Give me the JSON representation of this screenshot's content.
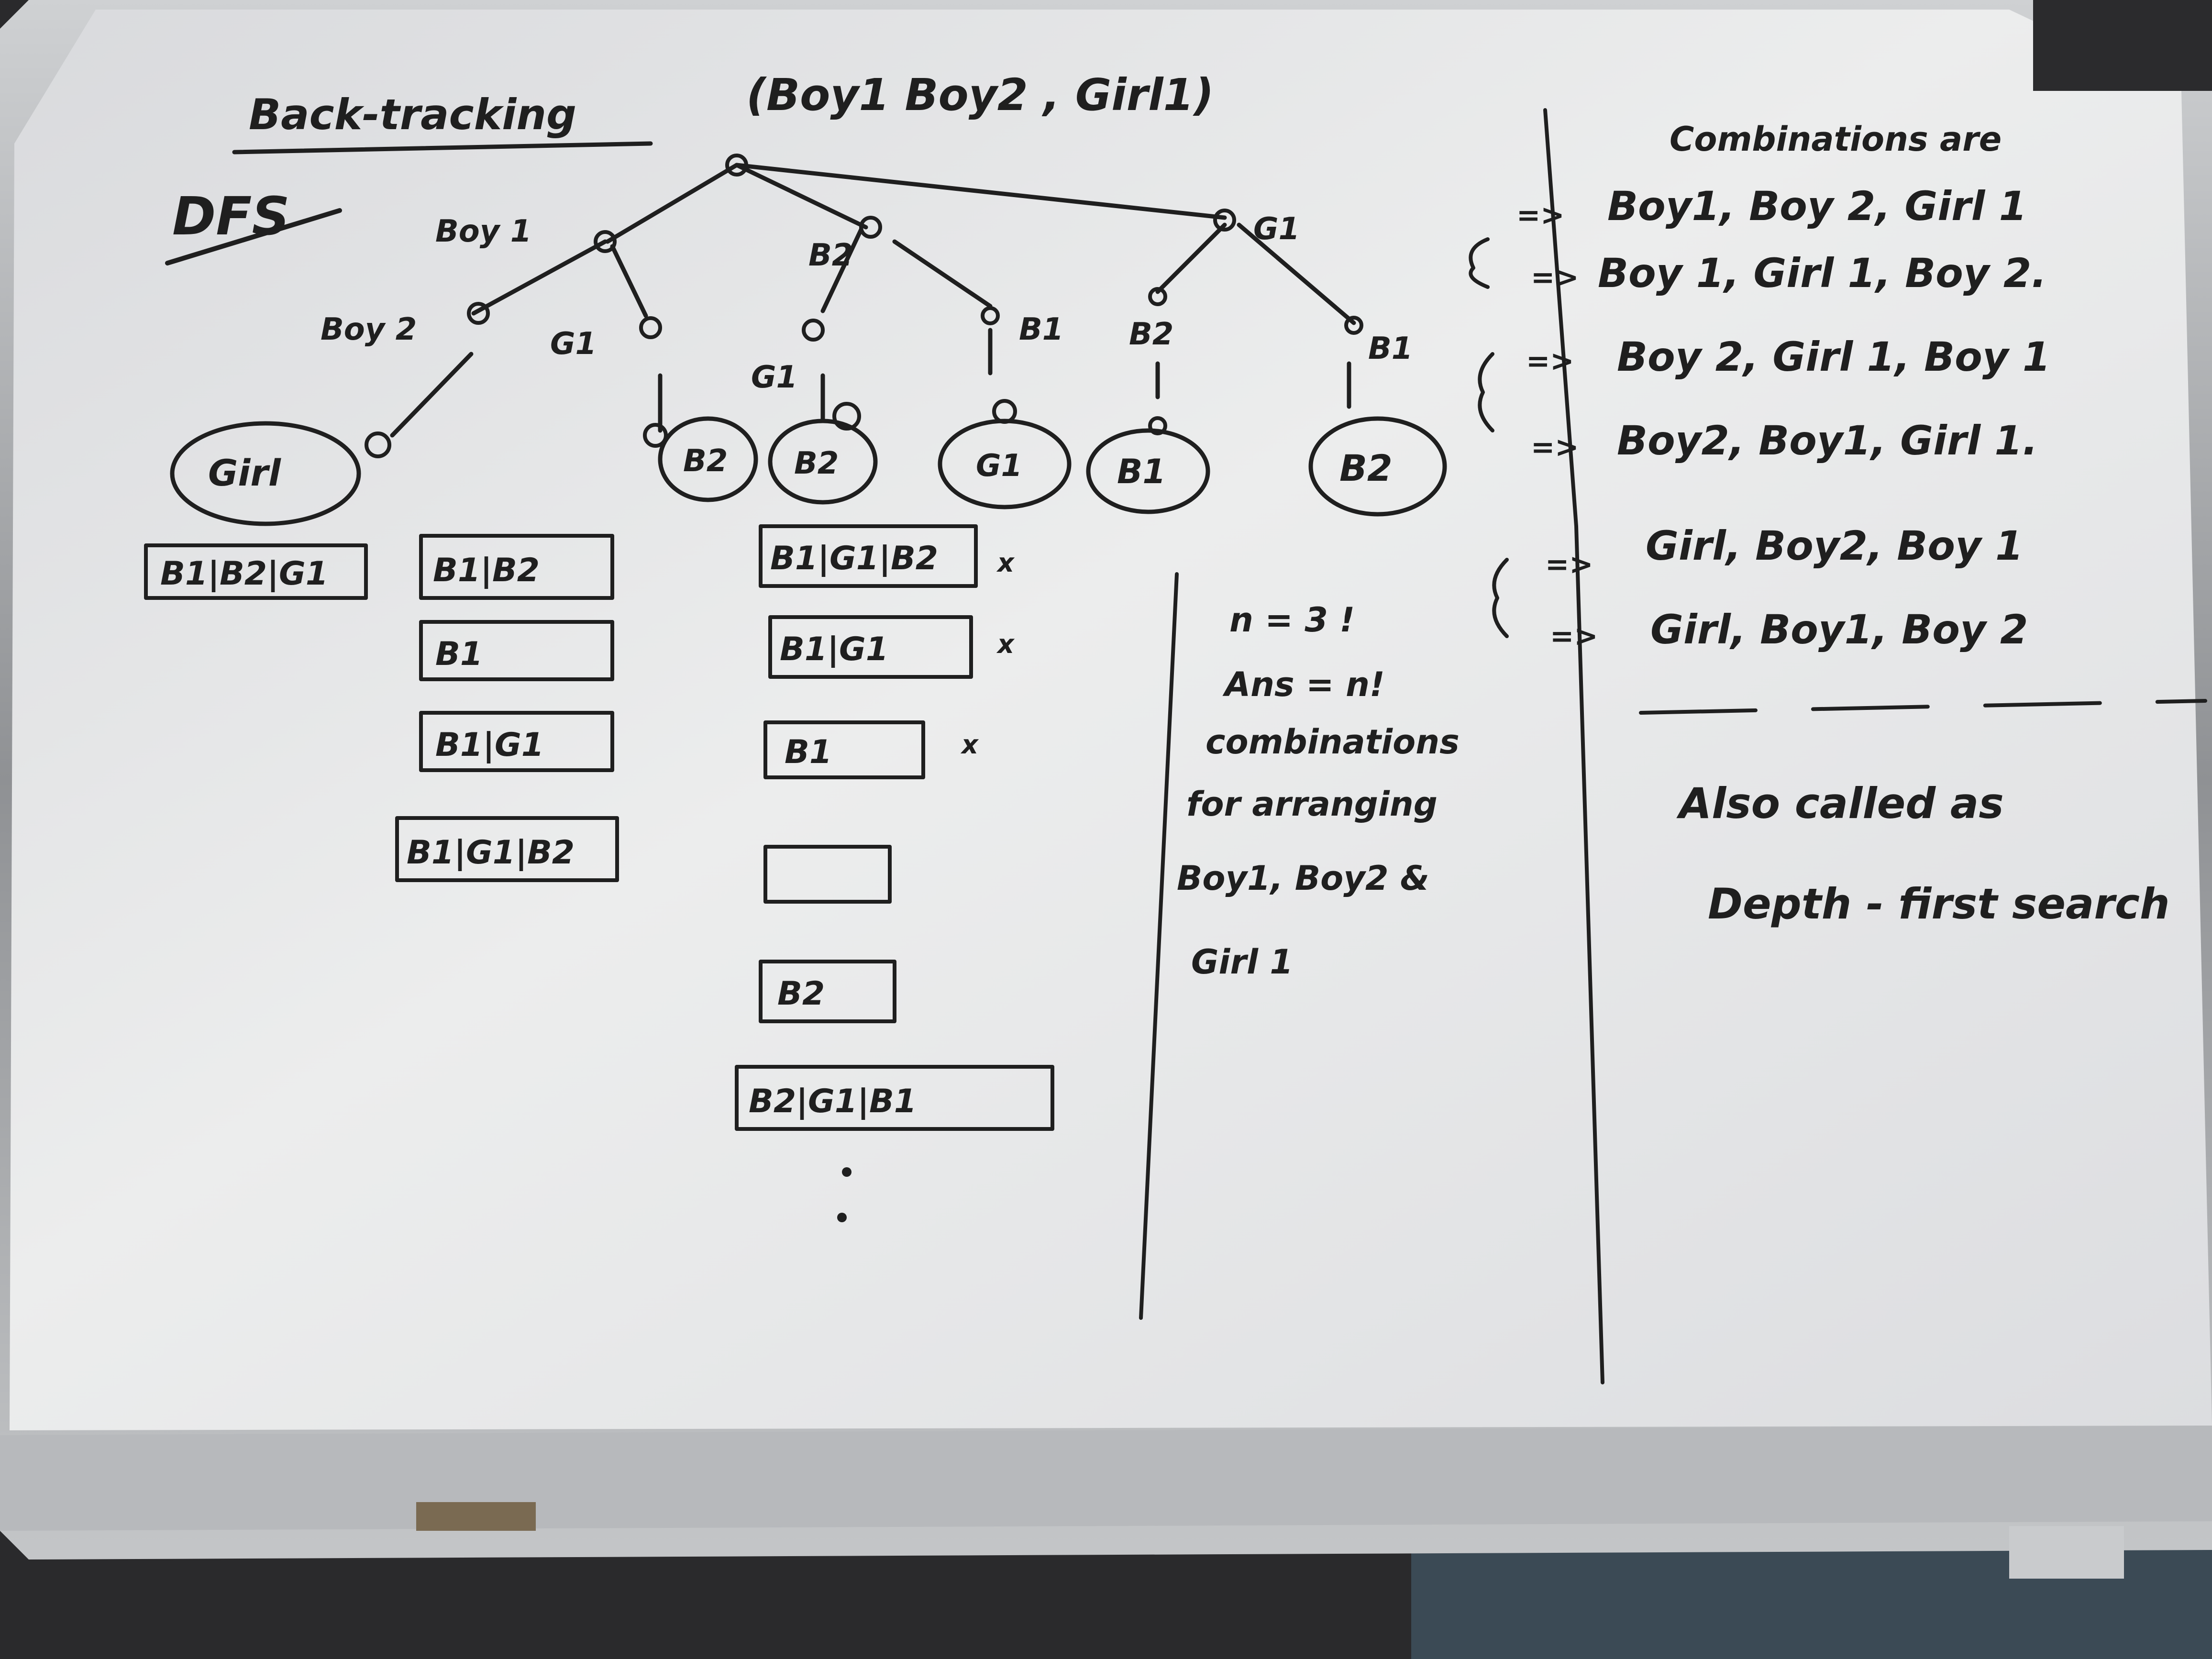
{
  "title": "Back-tracking",
  "subtitle": "(Boy1 Boy2 , Girl1)",
  "method": "DFS",
  "tree": {
    "level1": [
      "Boy 1",
      "B2",
      "G1"
    ],
    "level2": [
      "Boy 2",
      "G1",
      "G1",
      "B1",
      "B2",
      "B1"
    ],
    "leaves": [
      "Girl",
      "B2",
      "B2",
      "G1",
      "B1",
      "B2"
    ]
  },
  "arrays": {
    "left": [
      "B1|B2|G1"
    ],
    "middle": [
      "B1|B2",
      "B1",
      "B1|G1",
      "B1|G1|B2"
    ],
    "right": [
      "B1|G1|B2",
      "B1|G1",
      "B1",
      "",
      "B2",
      "B2|G1|B1"
    ],
    "marks": [
      "x",
      "x",
      "x"
    ]
  },
  "formula": {
    "lines": [
      "n = 3 !",
      "Ans = n!",
      "combinations",
      "for arranging",
      "Boy1, Boy2 &",
      "Girl 1"
    ]
  },
  "combinations": {
    "heading": "Combinations are",
    "arrow": "=>",
    "items": [
      "Boy1, Boy 2, Girl 1",
      "Boy 1, Girl 1, Boy 2.",
      "Boy 2, Girl 1, Boy 1",
      "Boy2, Boy1, Girl 1.",
      "Girl, Boy2, Boy 1",
      "Girl, Boy1, Boy 2"
    ]
  },
  "note": {
    "line1": "Also called as",
    "line2": "Depth - first search"
  },
  "colors": {
    "board": "#e7e8ea",
    "ink": "#1f1f1f",
    "frame": "#a9abae",
    "background": "#2a2a2c"
  }
}
